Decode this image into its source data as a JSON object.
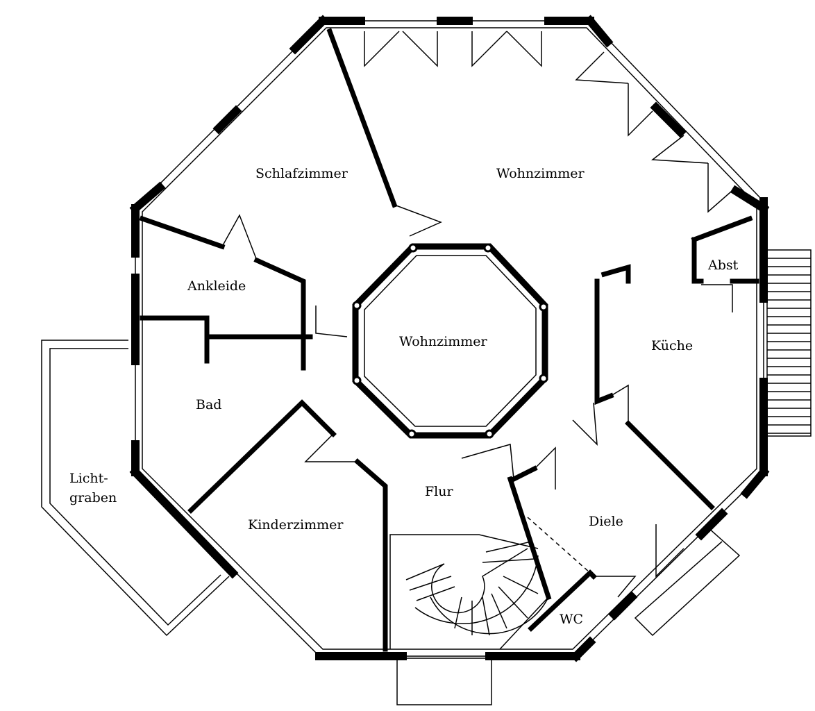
{
  "rooms": {
    "schlafzimmer": "Schlafzimmer",
    "wohnzimmer_top": "Wohnzimmer",
    "wohnzimmer_center": "Wohnzimmer",
    "ankleide": "Ankleide",
    "bad": "Bad",
    "kueche": "Küche",
    "abst": "Abst",
    "lichtgraben_1": "Licht-",
    "lichtgraben_2": "graben",
    "kinderzimmer": "Kinderzimmer",
    "flur": "Flur",
    "diele": "Diele",
    "wc": "WC"
  }
}
